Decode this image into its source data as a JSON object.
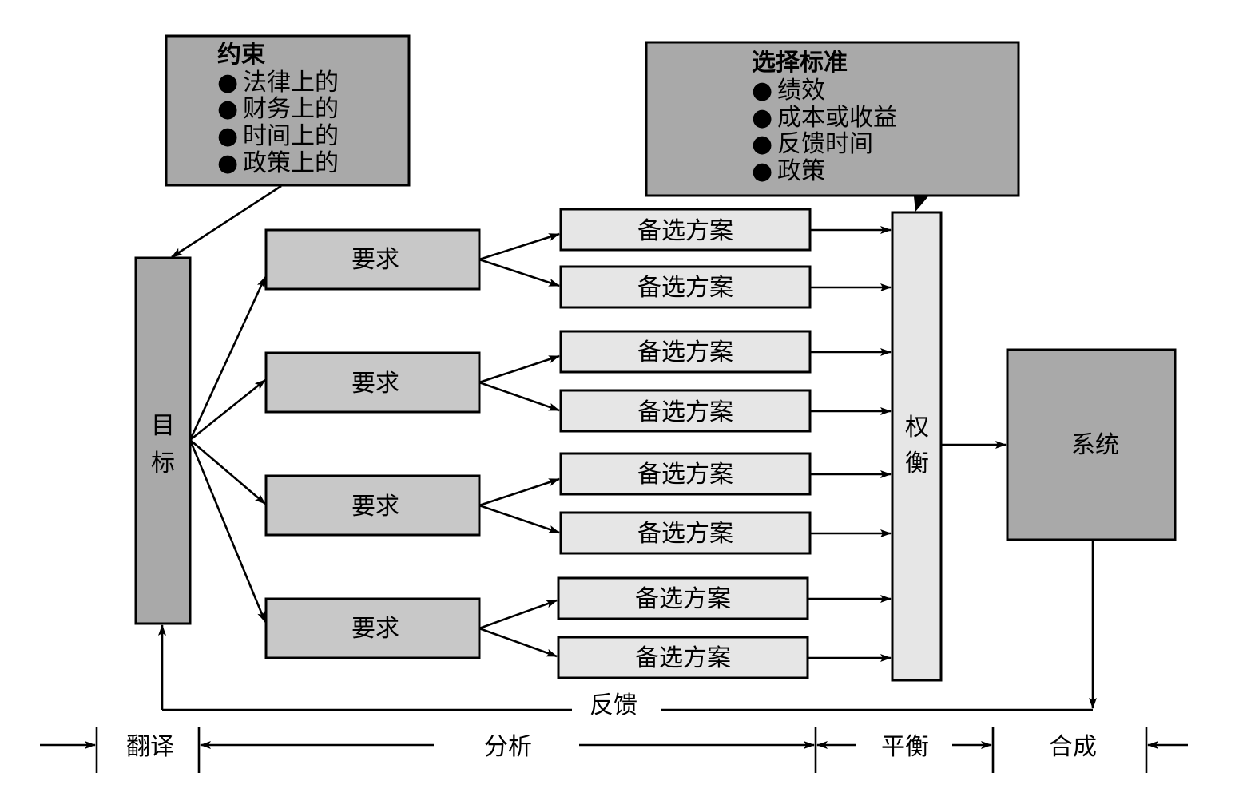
{
  "constraints": {
    "title": "约束",
    "items": [
      "法律上的",
      "财务上的",
      "时间上的",
      "政策上的"
    ]
  },
  "criteria": {
    "title": "选择标准",
    "items": [
      "绩效",
      "成本或收益",
      "反馈时间",
      "政策"
    ]
  },
  "goal": {
    "chars": [
      "目",
      "标"
    ]
  },
  "requirements": [
    "要求",
    "要求",
    "要求",
    "要求"
  ],
  "alternatives": [
    "备选方案",
    "备选方案",
    "备选方案",
    "备选方案",
    "备选方案",
    "备选方案",
    "备选方案",
    "备选方案"
  ],
  "tradeoff": {
    "chars": [
      "权",
      "衡"
    ]
  },
  "system": {
    "label": "系统"
  },
  "feedback": {
    "label": "反馈"
  },
  "phases": {
    "translate": "翻译",
    "analyze": "分析",
    "balance": "平衡",
    "synthesize": "合成"
  },
  "bullet": "●"
}
